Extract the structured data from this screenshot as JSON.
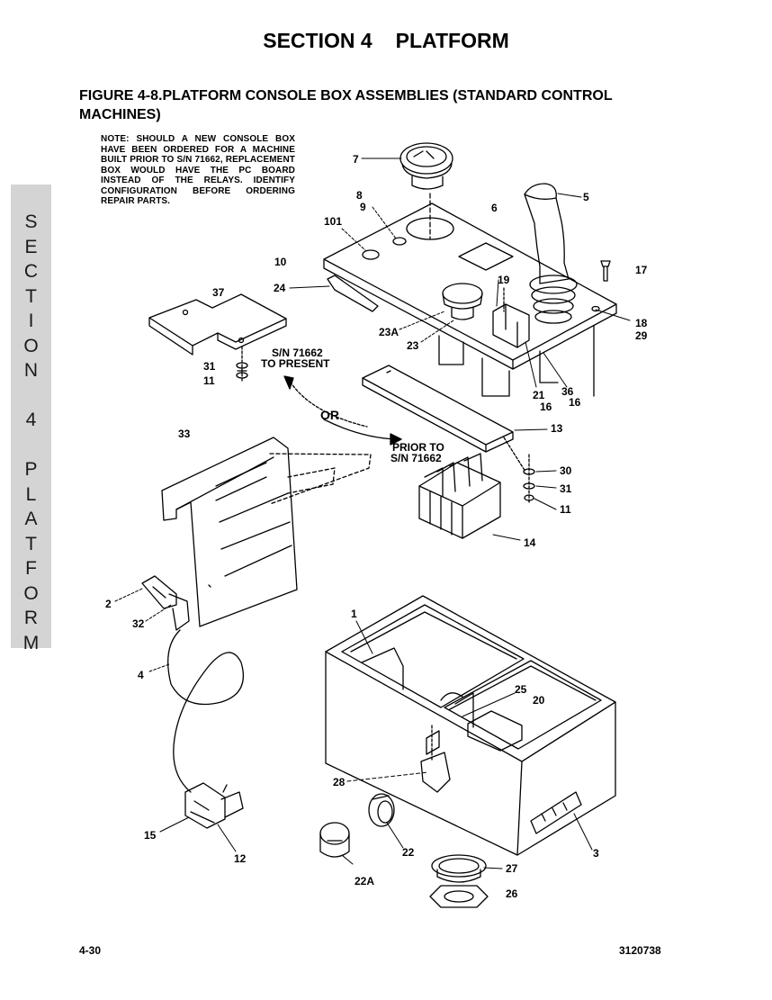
{
  "header": {
    "section_title": "SECTION 4",
    "section_name": "PLATFORM"
  },
  "figure": {
    "title": "FIGURE 4-8.PLATFORM CONSOLE BOX ASSEMBLIES (STANDARD CONTROL MACHINES)",
    "note": "NOTE: SHOULD A NEW CONSOLE BOX HAVE BEEN ORDERED FOR A MACHINE BUILT PRIOR TO S/N 71662, REPLACEMENT BOX WOULD HAVE THE PC BOARD INSTEAD OF THE RELAYS. IDENTIFY CONFIGURATION BEFORE ORDERING REPAIR PARTS."
  },
  "annotations": {
    "sn_present_line1": "S/N 71662",
    "sn_present_line2": "TO PRESENT",
    "or_text": "OR",
    "prior_line1": "PRIOR TO",
    "prior_line2": "S/N 71662"
  },
  "callouts": {
    "c7": "7",
    "c5": "5",
    "c8": "8",
    "c9": "9",
    "c101": "101",
    "c6": "6",
    "c10": "10",
    "c17": "17",
    "c37": "37",
    "c24": "24",
    "c19": "19",
    "c18": "18",
    "c29": "29",
    "c23a": "23A",
    "c23": "23",
    "c31a": "31",
    "c11a": "11",
    "c21": "21",
    "c36": "36",
    "c16a": "16",
    "c16b": "16",
    "c13": "13",
    "c33": "33",
    "c30": "30",
    "c31b": "31",
    "c11b": "11",
    "c14": "14",
    "c2": "2",
    "c32": "32",
    "c4": "4",
    "c1": "1",
    "c25": "25",
    "c20": "20",
    "c28": "28",
    "c15": "15",
    "c12": "12",
    "c22": "22",
    "c3": "3",
    "c27": "27",
    "c22a": "22A",
    "c26": "26"
  },
  "side_tab": {
    "letters": [
      "S",
      "E",
      "C",
      "T",
      "I",
      "O",
      "N",
      " ",
      "4",
      " ",
      "P",
      "L",
      "A",
      "T",
      "F",
      "O",
      "R",
      "M"
    ]
  },
  "footer": {
    "page_number": "4-30",
    "doc_number": "3120738"
  }
}
